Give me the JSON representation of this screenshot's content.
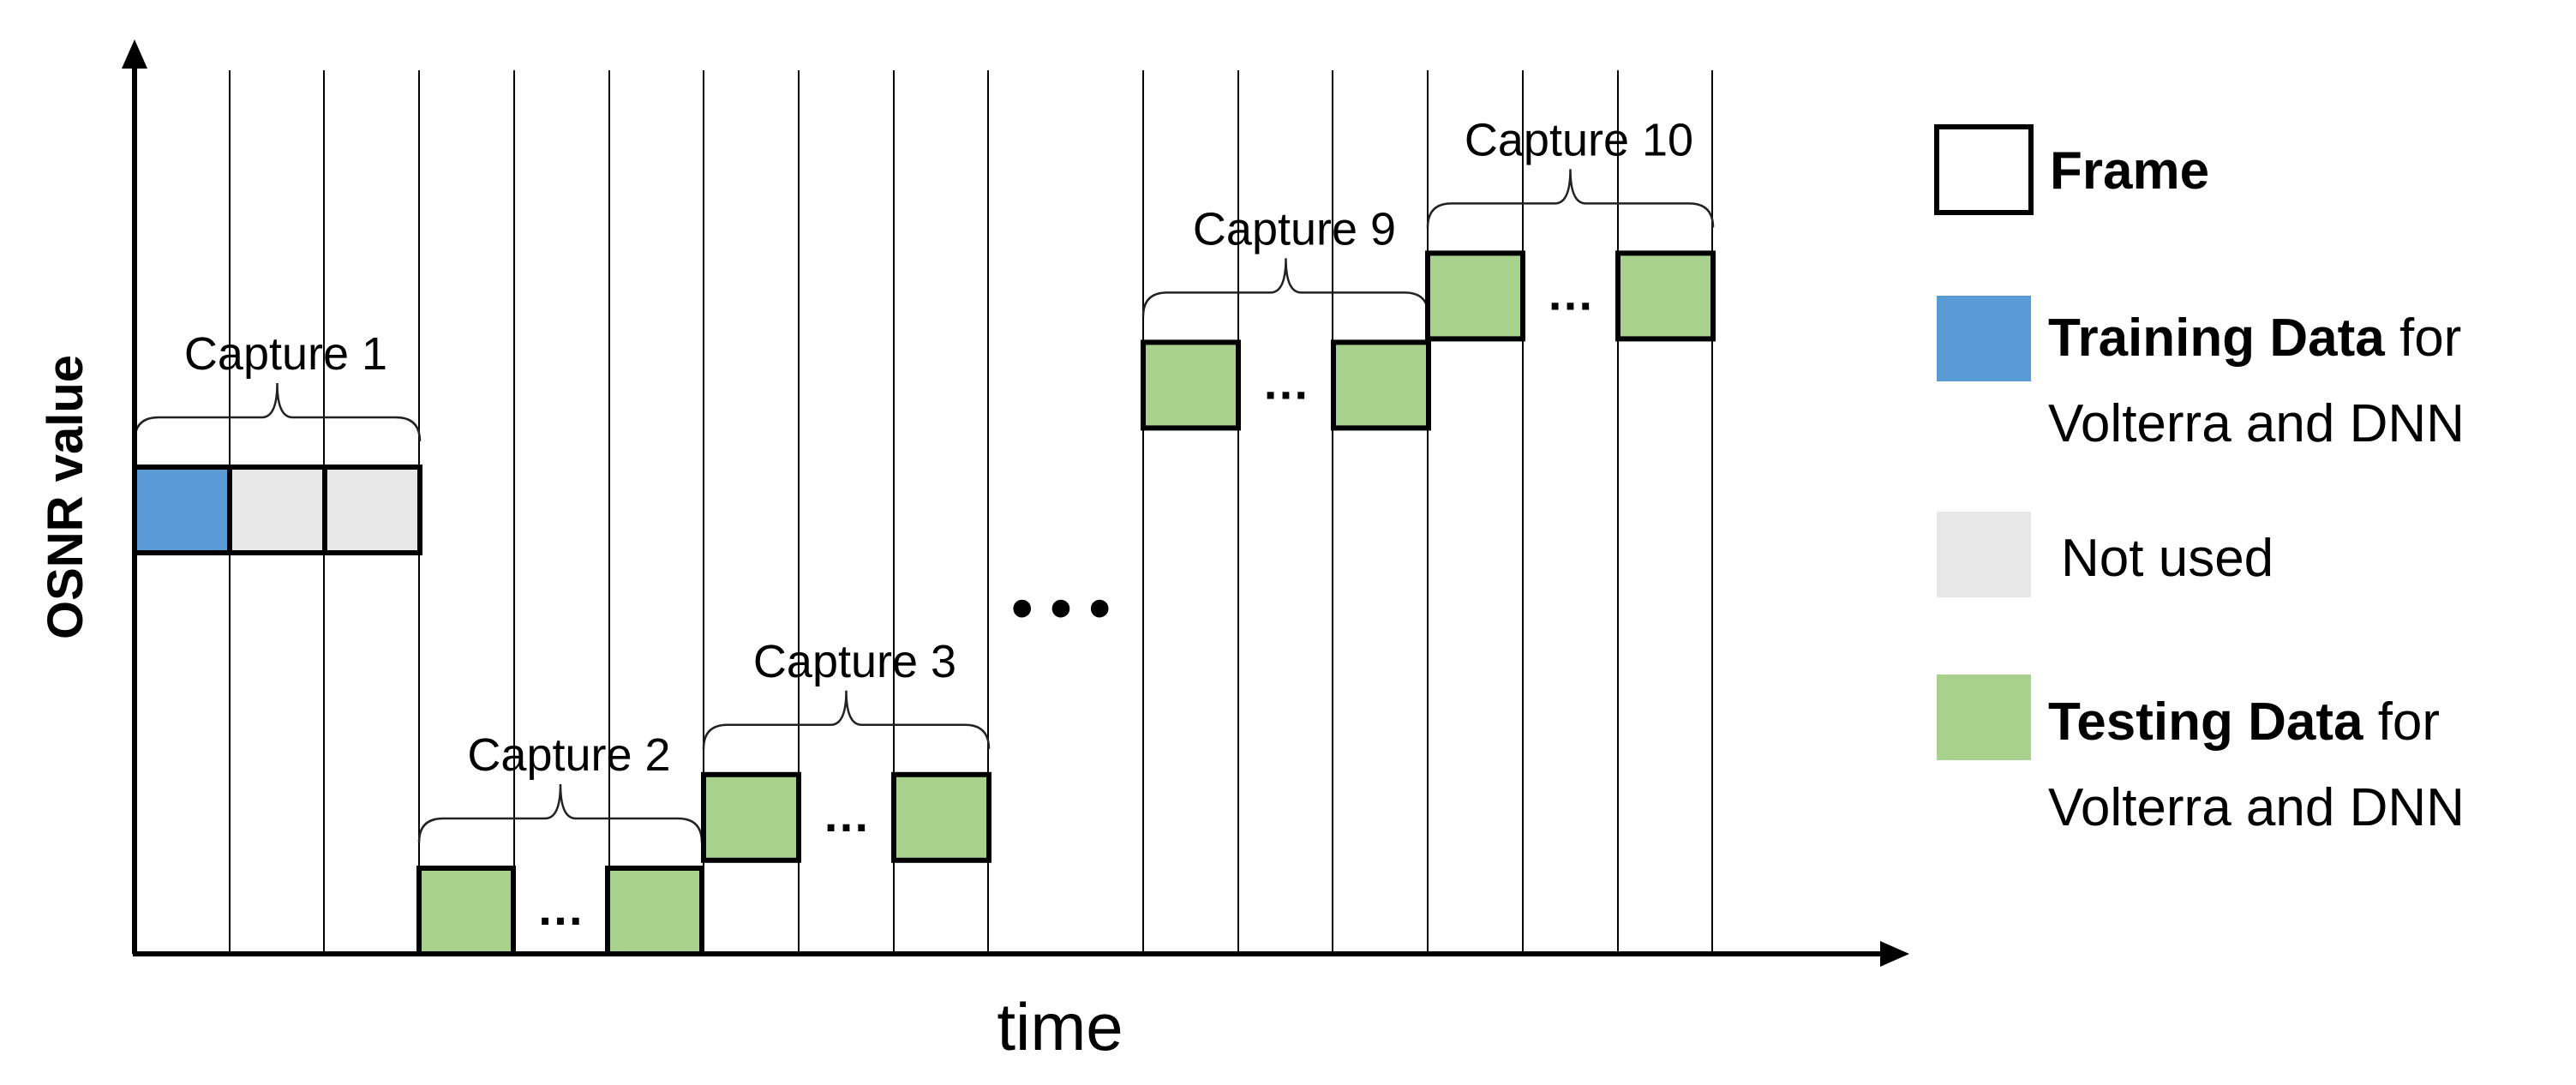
{
  "axes": {
    "y_label": "OSNR value",
    "x_label": "time"
  },
  "captures": [
    {
      "label": "Capture 1",
      "level": 0.45,
      "frames": [
        "training",
        "not_used",
        "not_used"
      ],
      "dots": ""
    },
    {
      "label": "Capture 2",
      "level": 0.0,
      "frames": [
        "testing",
        "gap",
        "testing"
      ],
      "dots": "…"
    },
    {
      "label": "Capture 3",
      "level": 0.105,
      "frames": [
        "testing",
        "gap",
        "testing"
      ],
      "dots": "…"
    },
    {
      "label": "Capture 9",
      "level": 0.59,
      "frames": [
        "testing",
        "gap",
        "testing"
      ],
      "dots": "…"
    },
    {
      "label": "Capture 10",
      "level": 0.69,
      "frames": [
        "testing",
        "gap",
        "testing"
      ],
      "dots": "…"
    }
  ],
  "between_dots": "• • •",
  "legend": {
    "frame": {
      "bold": "Frame",
      "rest": ""
    },
    "training": {
      "bold": "Training Data",
      "rest": " for",
      "line2": "Volterra and DNN"
    },
    "not_used": {
      "text": "Not used"
    },
    "testing": {
      "bold": "Testing Data",
      "rest": " for",
      "line2": "Volterra and DNN"
    }
  },
  "colors": {
    "training": "#5b9bd5",
    "not_used": "#e7e7e7",
    "testing": "#a9d18e",
    "outline": "#000000"
  }
}
